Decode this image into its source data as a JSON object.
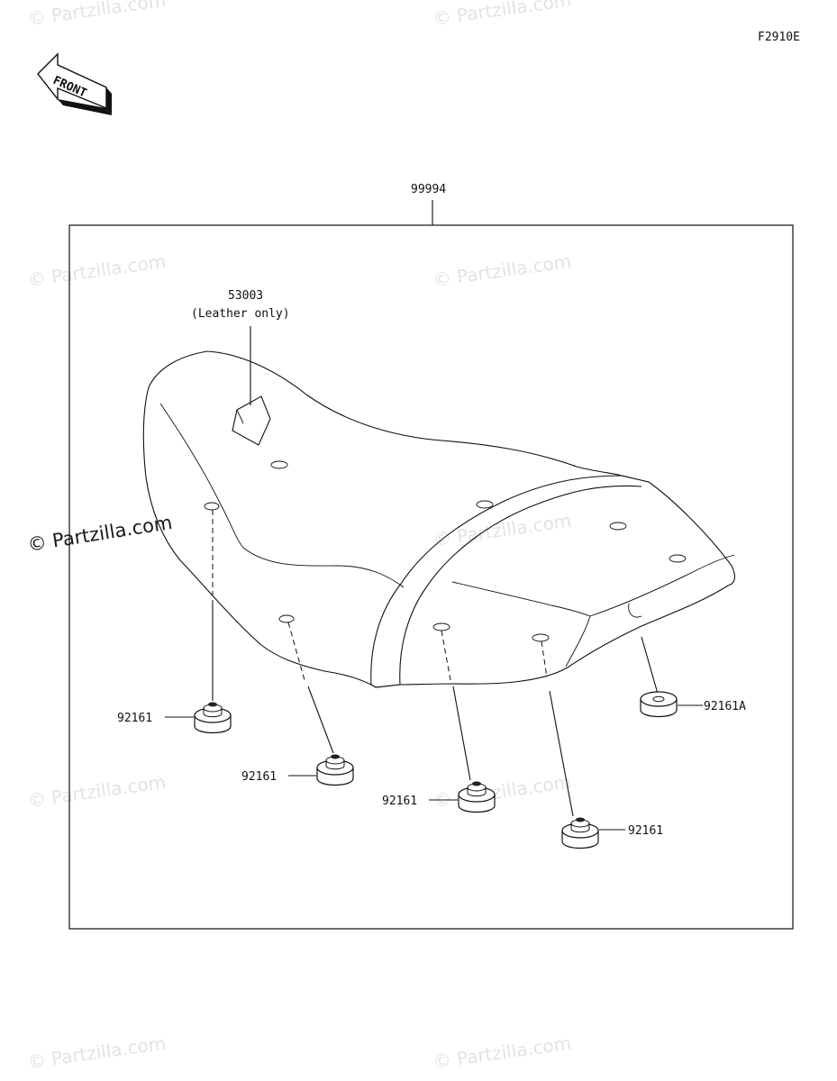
{
  "diagram": {
    "code": "F2910E",
    "front_label": "FRONT",
    "assembly_part": "99994",
    "parts": {
      "pad_patch": {
        "number": "53003",
        "note": "(Leather only)"
      },
      "damper_1": "92161",
      "damper_2": "92161",
      "damper_3": "92161",
      "damper_4": "92161",
      "damper_a": "92161A"
    }
  },
  "watermark": {
    "text": "© Partzilla.com",
    "prominent": "© Partzilla.com"
  }
}
